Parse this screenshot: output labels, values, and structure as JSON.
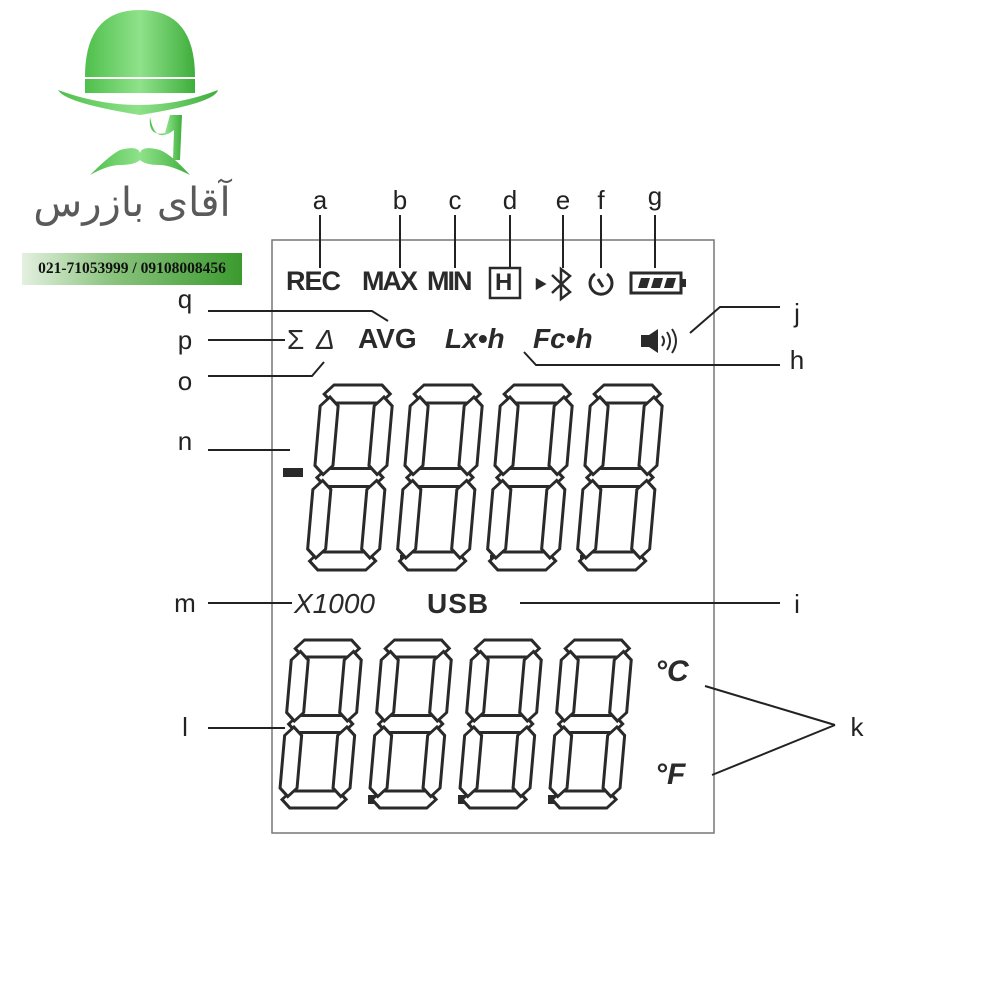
{
  "logo": {
    "name": "آقای بازرس",
    "phone": "021-71053999 / 09108008456",
    "color": "#5cc95a"
  },
  "callouts": {
    "a": "a",
    "b": "b",
    "c": "c",
    "d": "d",
    "e": "e",
    "f": "f",
    "g": "g",
    "h": "h",
    "i": "i",
    "j": "j",
    "k": "k",
    "l": "l",
    "m": "m",
    "n": "n",
    "o": "o",
    "p": "p",
    "q": "q"
  },
  "lcd": {
    "rec": "REC",
    "max": "MAX",
    "min": "MIN",
    "hold": "H",
    "sigma": "Σ",
    "delta": "Δ",
    "avg": "AVG",
    "lxh": "Lx•h",
    "fch": "Fc•h",
    "minus": "-",
    "x1000": "X1000",
    "usb": "USB",
    "celsius": "°C",
    "fahrenheit": "°F",
    "battery_level": 3
  }
}
